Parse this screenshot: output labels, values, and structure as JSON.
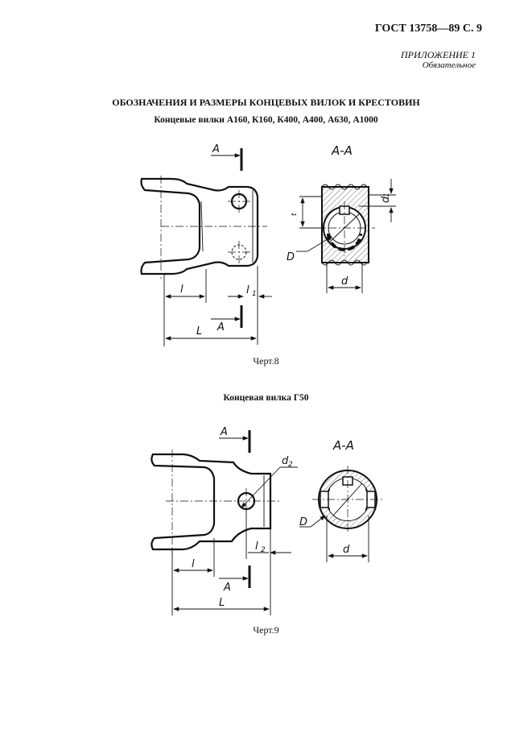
{
  "header": {
    "standard_code": "ГОСТ 13758—89 С. 9",
    "appendix_label": "ПРИЛОЖЕНИЕ 1",
    "appendix_status": "Обязательное"
  },
  "main_title": "ОБОЗНАЧЕНИЯ И РАЗМЕРЫ КОНЦЕВЫХ ВИЛОК И КРЕСТОВИН",
  "figure8": {
    "subtitle": "Концевые вилки А160, К160, К400, А400, А630, А1000",
    "caption": "Черт.8",
    "section_label": "А-А",
    "cut_label": "А",
    "dims": {
      "l": "l",
      "l1": "l",
      "l1_sub": "1",
      "L": "L",
      "d": "d",
      "d1": "d",
      "d1_sub": "1",
      "t": "t",
      "D": "D"
    }
  },
  "figure9": {
    "subtitle": "Концевая вилка Г50",
    "caption": "Черт.9",
    "section_label": "А-А",
    "cut_label": "А",
    "dims": {
      "l": "l",
      "l2": "l",
      "l2_sub": "2",
      "L": "L",
      "d": "d",
      "d2": "d",
      "d2_sub": "2",
      "D": "D"
    }
  }
}
